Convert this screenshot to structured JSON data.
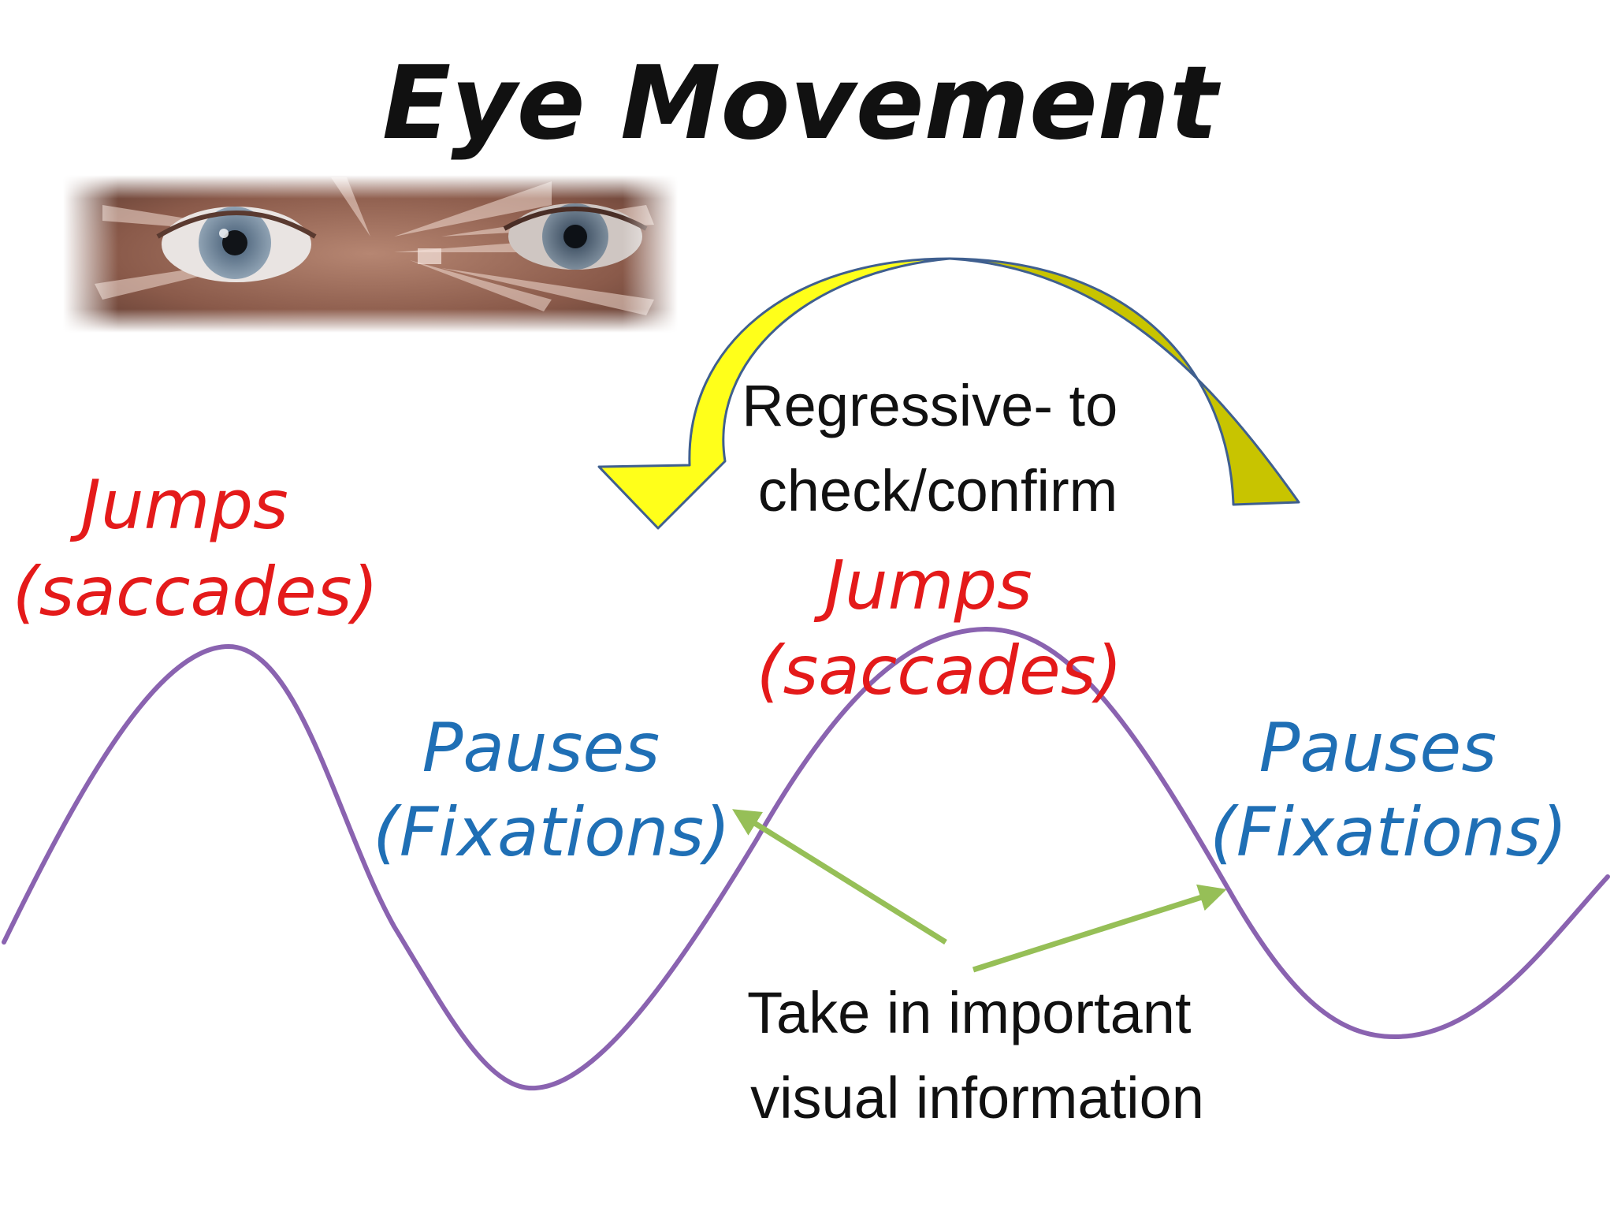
{
  "title": "Eye Movement",
  "colors": {
    "saccade_text": "#e41a1a",
    "fixation_text": "#1f6fb5",
    "wave": "#8a63b0",
    "pointer_arrow": "#96bf57",
    "regression_arrow_light": "#ffff1a",
    "regression_arrow_dark": "#c8c400",
    "regression_arrow_outline": "#3f5f8f",
    "body_text": "#111111"
  },
  "regression": {
    "line1": "Regressive- to",
    "line2": "check/confirm"
  },
  "jumps_left": {
    "line1": "Jumps",
    "line2": "(saccades)"
  },
  "jumps_mid": {
    "line1": "Jumps",
    "line2": "(saccades)"
  },
  "pauses_left": {
    "line1": "Pauses",
    "line2": "(Fixations)"
  },
  "pauses_right": {
    "line1": "Pauses",
    "line2": "(Fixations)"
  },
  "take_in": {
    "line1": "Take in important",
    "line2": "visual information"
  },
  "icons": {
    "eye_image": "eyes-photo",
    "curved_arrow": "curved-arrow-icon",
    "pointer_arrows": "pointer-arrow-icon"
  }
}
